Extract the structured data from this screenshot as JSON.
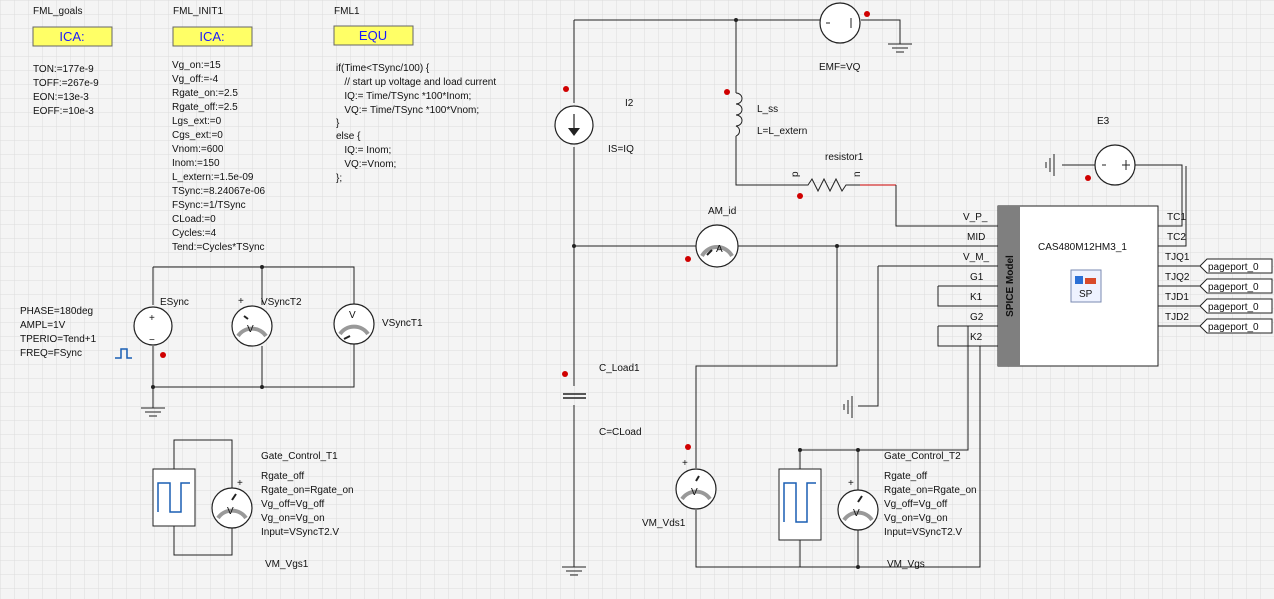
{
  "colors": {
    "background": "#f4f4f4",
    "grid": "#dcdcdc",
    "marker": "#d00000",
    "box_fill": "#ffff66",
    "box_text": "#1a1aff",
    "spice_band": "#7f7f7f",
    "pulse": "#1a5fb4"
  },
  "blocks": {
    "fml_goals": {
      "title": "FML_goals",
      "box": "ICA:",
      "params": [
        "TON:=177e-9",
        "TOFF:=267e-9",
        "EON:=13e-3",
        "EOFF:=10e-3"
      ]
    },
    "fml_init1": {
      "title": "FML_INIT1",
      "box": "ICA:",
      "params": [
        "Vg_on:=15",
        "Vg_off:=-4",
        "Rgate_on:=2.5",
        "Rgate_off:=2.5",
        "Lgs_ext:=0",
        "Cgs_ext:=0",
        "Vnom:=600",
        "Inom:=150",
        "L_extern:=1.5e-09",
        "TSync:=8.24067e-06",
        "FSync:=1/TSync",
        "CLoad:=0",
        "Cycles:=4",
        "Tend:=Cycles*TSync"
      ]
    },
    "fml1": {
      "title": "FML1",
      "box": "EQU",
      "code": [
        "if(Time<TSync/100) {",
        "   // start up voltage and load current",
        "   IQ:= Time/TSync *100*Inom;",
        "   VQ:= Time/TSync *100*Vnom;",
        "}",
        "else {",
        "   IQ:= Inom;",
        "   VQ:=Vnom;",
        "};"
      ]
    }
  },
  "sources": {
    "esync": {
      "name": "ESync",
      "params": [
        "PHASE=180deg",
        "AMPL=1V",
        "TPERIO=Tend+1",
        "FREQ=FSync"
      ]
    },
    "vsynct2": {
      "name": "VSyncT2",
      "symbol": "V"
    },
    "vsynct1": {
      "name": "VSyncT1",
      "symbol": "V"
    },
    "emf": {
      "name": "EMF=VQ"
    },
    "e3": {
      "name": "E3"
    },
    "i2": {
      "name": "I2",
      "value": "IS=IQ"
    },
    "l_ss": {
      "name": "L_ss",
      "value": "L=L_extern"
    },
    "resistor1": {
      "name": "resistor1",
      "pin_p": "p",
      "pin_n": "n"
    },
    "am_id": {
      "name": "AM_id",
      "symbol": "A"
    },
    "c_load1": {
      "name": "C_Load1",
      "value": "C=CLoad"
    },
    "vm_vds1": {
      "name": "VM_Vds1",
      "symbol": "V"
    },
    "vm_vgs1": {
      "name": "VM_Vgs1"
    },
    "vm_vgs": {
      "name": "VM_Vgs"
    }
  },
  "gate_t1": {
    "name": "Gate_Control_T1",
    "params": [
      "Rgate_off",
      "Rgate_on=Rgate_on",
      "Vg_off=Vg_off",
      "Vg_on=Vg_on",
      "Input=VSyncT2.V"
    ],
    "symbol": "V"
  },
  "gate_t2": {
    "name": "Gate_Control_T2",
    "params": [
      "Rgate_off",
      "Rgate_on=Rgate_on",
      "Vg_off=Vg_off",
      "Vg_on=Vg_on",
      "Input=VSyncT2.V"
    ],
    "symbol": "V"
  },
  "spice": {
    "band_label": "SPICE Model",
    "name": "CAS480M12HM3_1",
    "icon_label": "SP",
    "left_pins": [
      "V_P_",
      "MID",
      "V_M_",
      "G1",
      "K1",
      "G2",
      "K2"
    ],
    "right_pins": [
      "TC1",
      "TC2",
      "TJQ1",
      "TJQ2",
      "TJD1",
      "TJD2"
    ],
    "pageports": [
      "pageport_0",
      "pageport_0",
      "pageport_0",
      "pageport_0"
    ]
  },
  "symbols": {
    "plus": "+",
    "minus": "−"
  }
}
